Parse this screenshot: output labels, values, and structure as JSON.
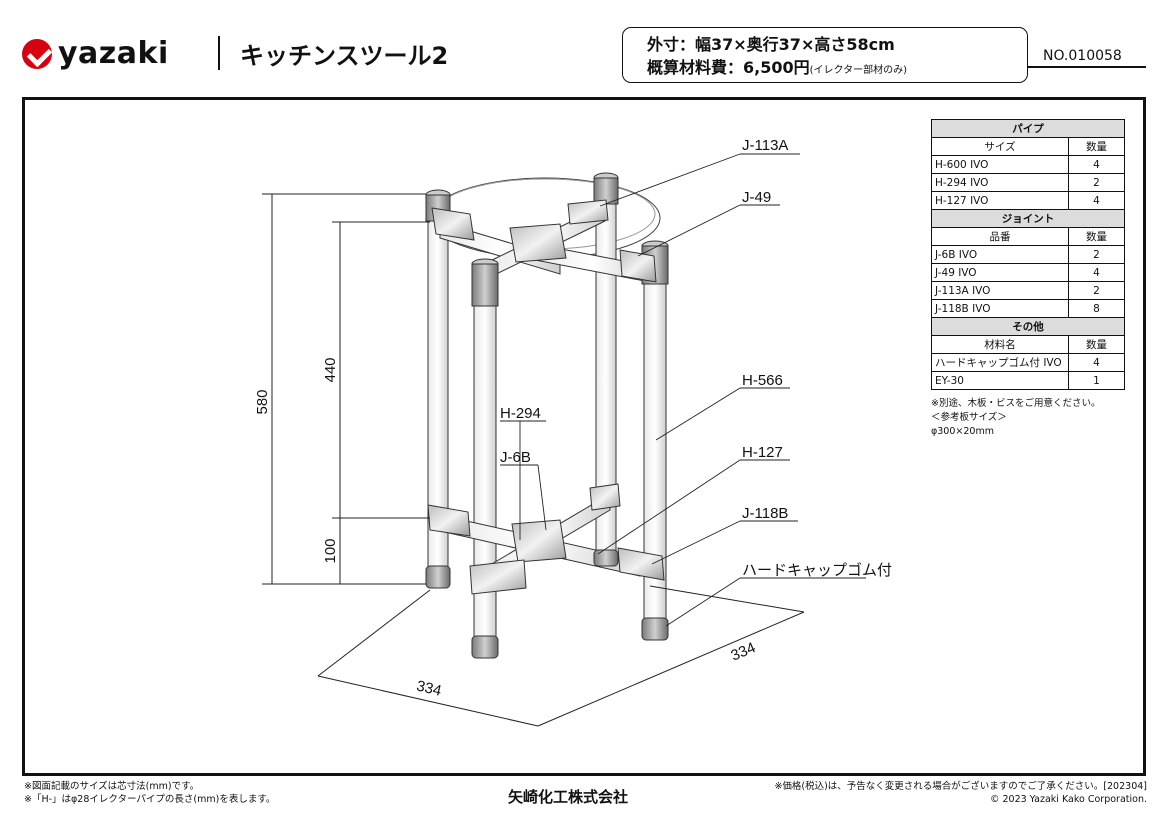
{
  "header": {
    "logo_text": "yazaki",
    "title": "キッチンスツール2",
    "spec_dimensions": "外寸：幅37×奥行37×高さ58cm",
    "spec_cost": "概算材料費：6,500円",
    "spec_cost_note": "(イレクター部材のみ)",
    "doc_number": "NO.010058"
  },
  "diagram": {
    "labels": {
      "j113a": "J-113A",
      "j49": "J-49",
      "h566": "H-566",
      "h294": "H-294",
      "j6b": "J-6B",
      "h127": "H-127",
      "j118b": "J-118B",
      "hardcap": "ハードキャップゴム付"
    },
    "dimensions": {
      "height_total": "580",
      "height_upper": "440",
      "height_lower": "100",
      "width_front": "334",
      "width_side": "334"
    }
  },
  "parts_table": {
    "pipe_header": "パイプ",
    "pipe_col_name": "サイズ",
    "pipe_col_qty": "数量",
    "pipes": [
      {
        "name": "H-600 IVO",
        "qty": "4"
      },
      {
        "name": "H-294 IVO",
        "qty": "2"
      },
      {
        "name": "H-127 IVO",
        "qty": "4"
      }
    ],
    "joint_header": "ジョイント",
    "joint_col_name": "品番",
    "joint_col_qty": "数量",
    "joints": [
      {
        "name": "J-6B IVO",
        "qty": "2"
      },
      {
        "name": "J-49 IVO",
        "qty": "4"
      },
      {
        "name": "J-113A IVO",
        "qty": "2"
      },
      {
        "name": "J-118B IVO",
        "qty": "8"
      }
    ],
    "other_header": "その他",
    "other_col_name": "材料名",
    "other_col_qty": "数量",
    "others": [
      {
        "name": "ハードキャップゴム付 IVO",
        "qty": "4"
      },
      {
        "name": "EY-30",
        "qty": "1"
      }
    ]
  },
  "notes": {
    "line1": "※別途、木板・ビスをご用意ください。",
    "line2": "＜参考板サイズ＞",
    "line3": "φ300×20mm"
  },
  "footer": {
    "left1": "※図面記載のサイズは芯寸法(mm)です。",
    "left2": "※「H-」はφ28イレクターパイプの長さ(mm)を表します。",
    "company": "矢崎化工株式会社",
    "right1": "※価格(税込)は、予告なく変更される場合がございますのでご了承ください。[202304]",
    "right2": "© 2023 Yazaki Kako  Corporation."
  },
  "colors": {
    "brand_red": "#d7000f",
    "line": "#111111",
    "table_header_bg": "#dcdcdc"
  }
}
